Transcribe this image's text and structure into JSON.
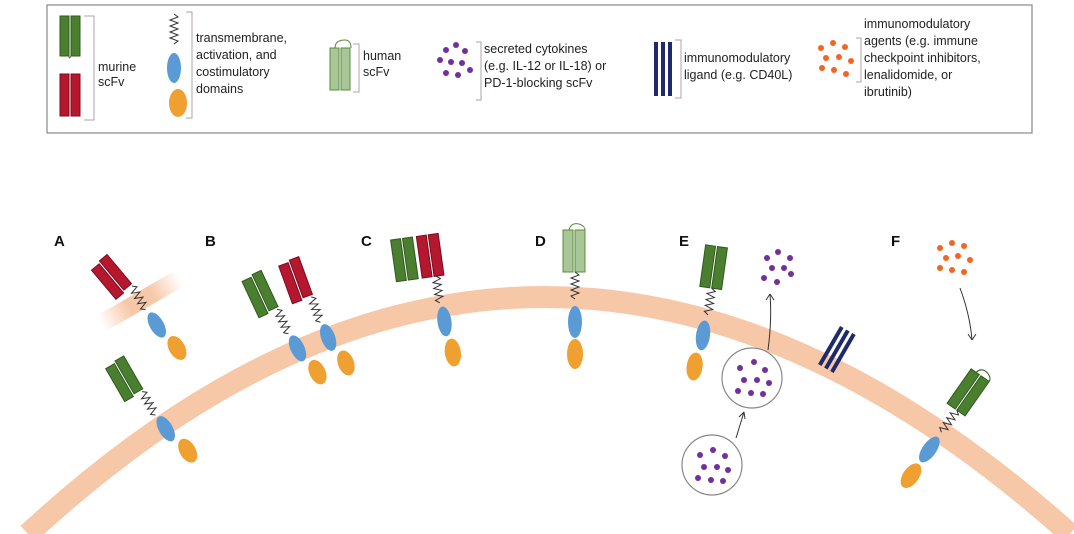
{
  "legend": {
    "murine_scfv": [
      "murine",
      "scFv"
    ],
    "transmembrane": [
      "transmembrane,",
      "activation, and",
      "costimulatory",
      "domains"
    ],
    "human_scfv": [
      "human",
      "scFv"
    ],
    "secreted": [
      "secreted cytokines",
      "(e.g. IL-12 or IL-18) or",
      "PD-1-blocking scFv"
    ],
    "ligand": [
      "immunomodulatory",
      "ligand (e.g. CD40L)"
    ],
    "agents": [
      "immunomodulatory",
      "agents (e.g. immune",
      "checkpoint inhibitors,",
      "lenalidomide, or",
      "ibrutinib)"
    ]
  },
  "panels": [
    "A",
    "B",
    "C",
    "D",
    "E",
    "F"
  ],
  "colors": {
    "murine": "#b5172f",
    "murine_green": "#4a7f2f",
    "human": "#a9c796",
    "human_stroke": "#5a8a3f",
    "blue": "#5b9bd5",
    "orange": "#f0a030",
    "purple": "#7030a0",
    "navy": "#1f2a6b",
    "agent": "#f26522",
    "membrane": "#f7c8a8"
  }
}
